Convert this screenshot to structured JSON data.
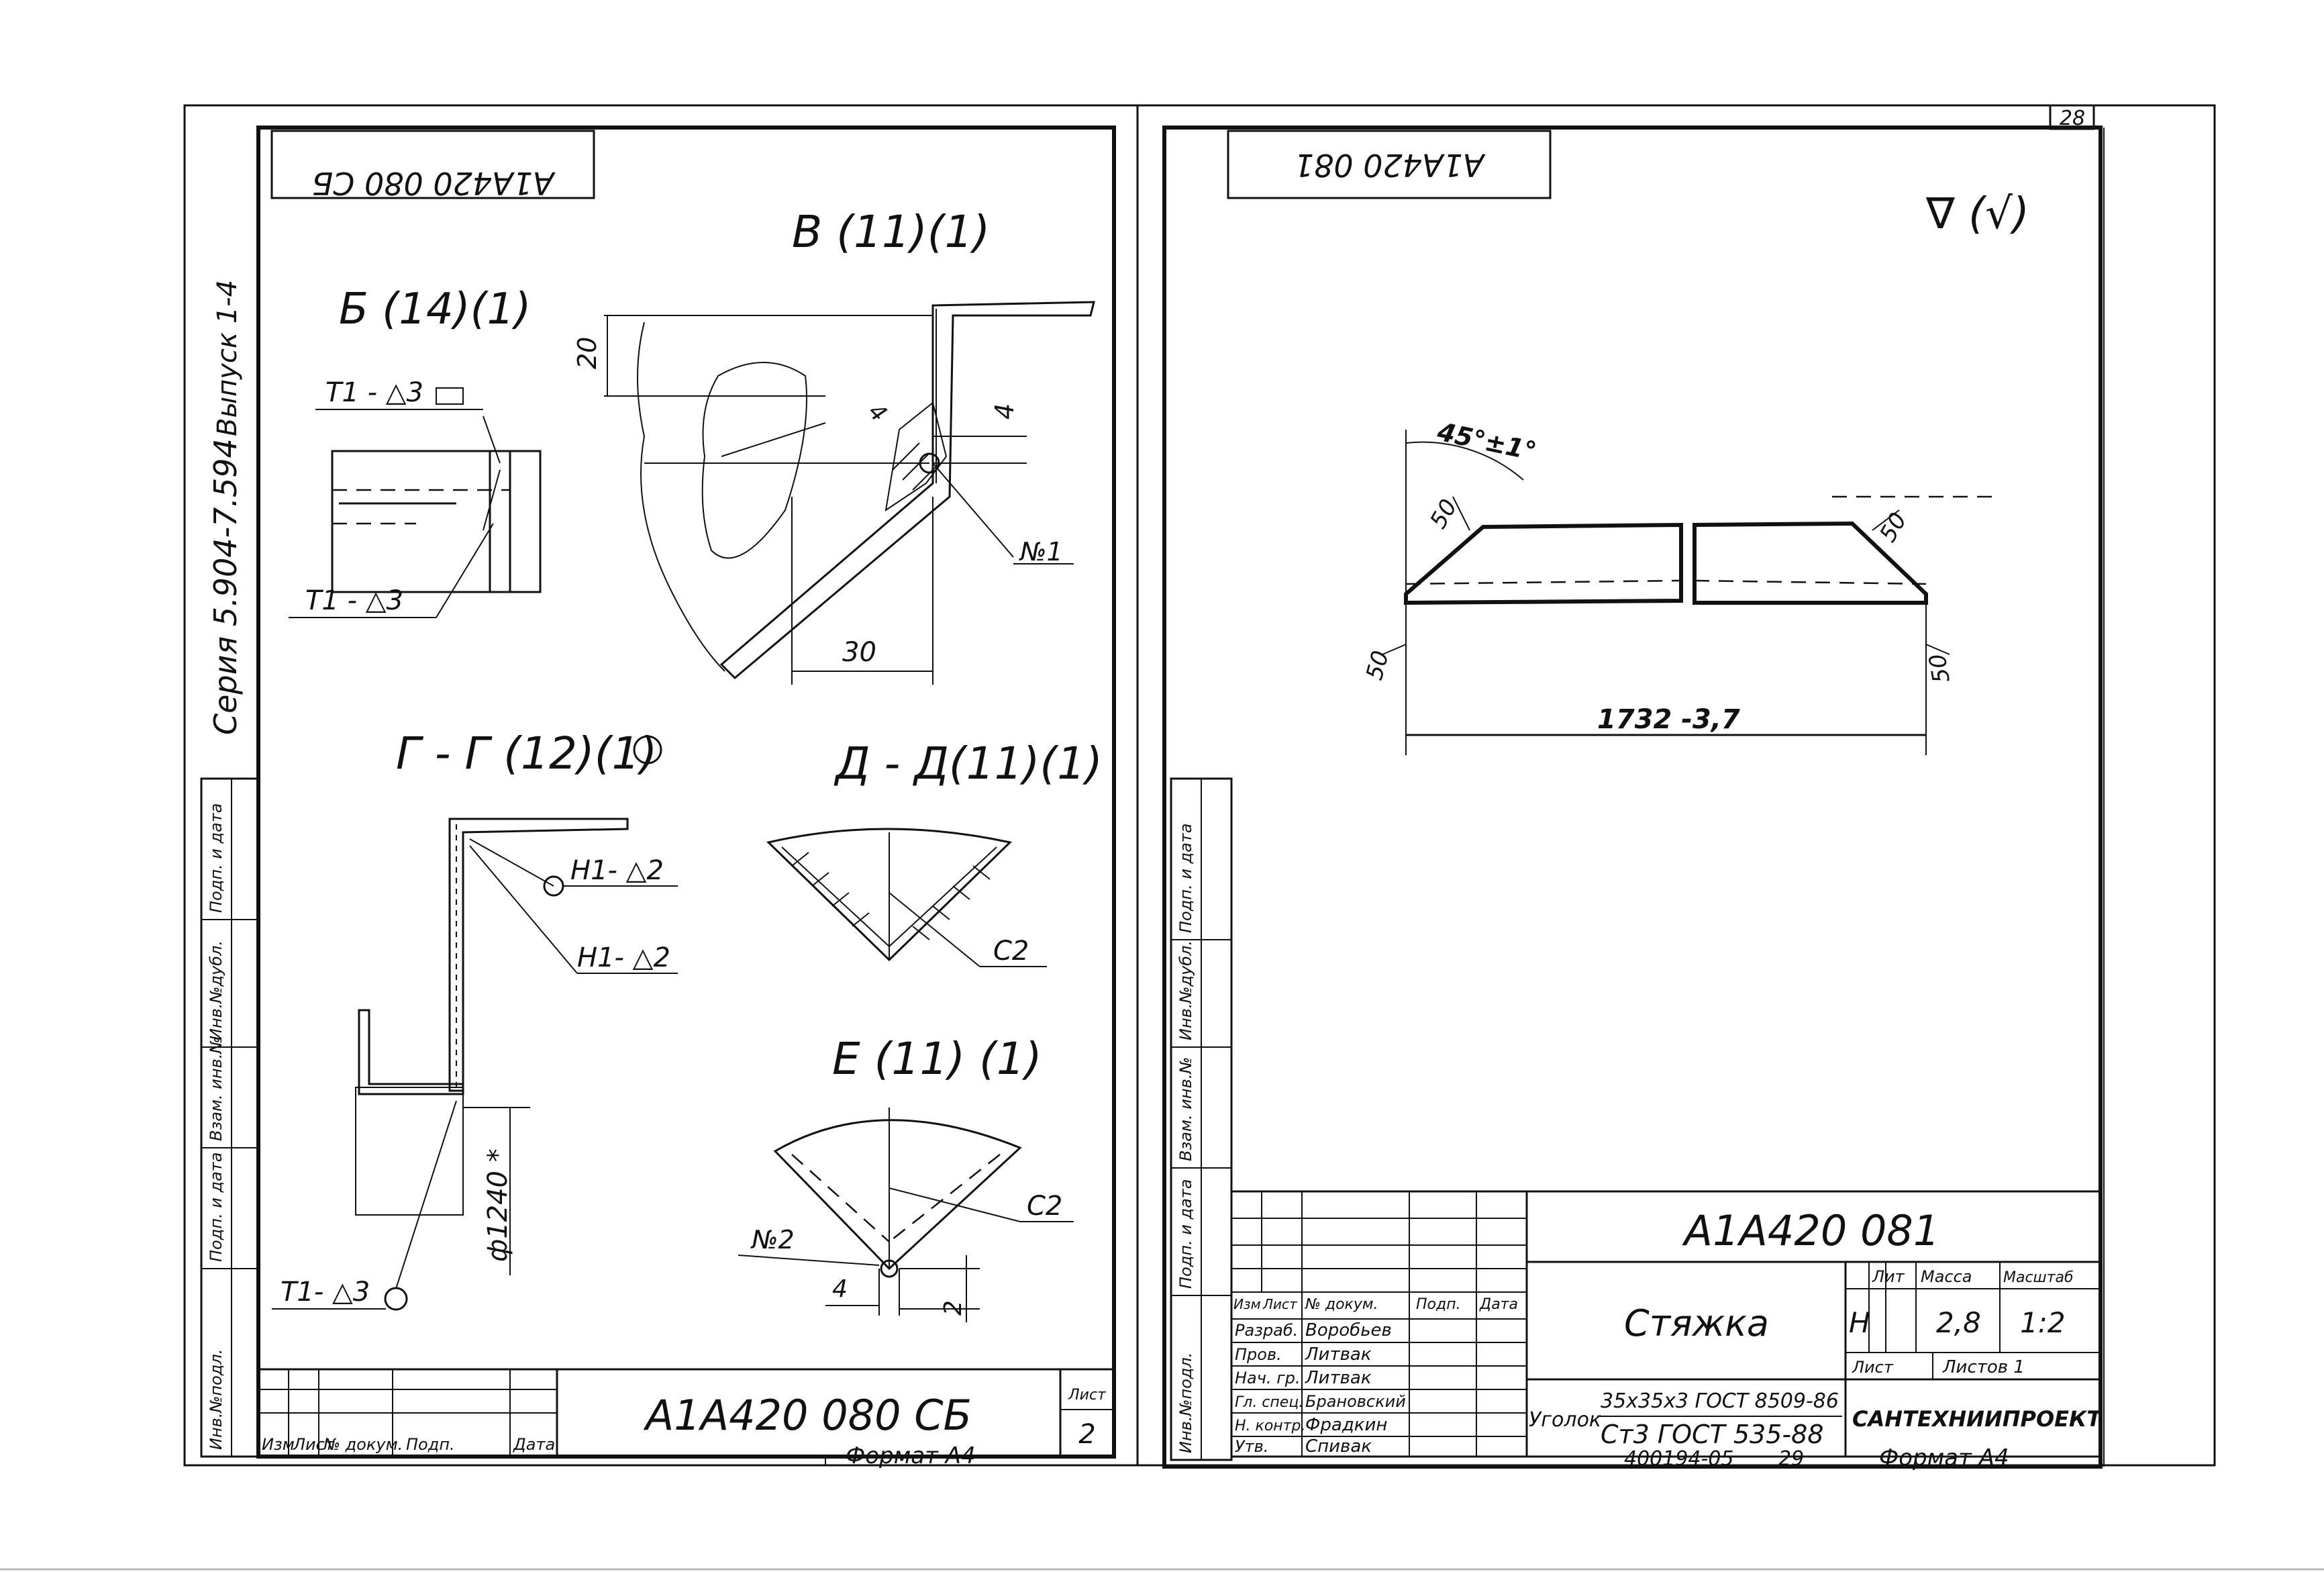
{
  "left_sheet": {
    "mirrored_code": "A1A420 080 СБ",
    "series_margin": "Серия 5.904-7.594",
    "issue_margin": "Выпуск 1-4",
    "view_b_title": "Б (14)(1)",
    "view_v_title": "В (11)(1)",
    "view_gg_title": "Г - Г (12)(1)",
    "view_dd_title": "Д - Д(11)(1)",
    "view_e_title": "Е (11) (1)",
    "weld_labels": {
      "t1_d3_box": "Т1 - △3",
      "t1_d3": "Т1 - △3",
      "t1_d3_bottom": "Т1- △3",
      "h1_d2_top": "Н1- △2",
      "h1_d2": "Н1- △2",
      "c2_dd": "С2",
      "c2_e": "С2",
      "n1": "№1",
      "n2": "№2"
    },
    "dims": {
      "d20": "20",
      "d4_angled": "4",
      "d4_right": "4",
      "d30": "30",
      "d_phi": "ф1240 *",
      "d4_e": "4",
      "d2_e": "2"
    },
    "left_stamp_cols": [
      "Инв.№подл.",
      "Подп. и дата",
      "Взам. инв.№",
      "Инв.№дубл.",
      "Подп. и дата"
    ],
    "title_block": {
      "headers": [
        "Изм",
        "Лист",
        "№ докум.",
        "Подп.",
        "Дата"
      ],
      "code": "A1A420 080 СБ",
      "sheet_label": "Лист",
      "sheet_no": "2",
      "format": "Формат А4"
    }
  },
  "right_sheet": {
    "corner_page": "28",
    "mirrored_code": "A1A420 081",
    "roughness": "∇ (√)",
    "part_dims": {
      "angle": "45°±1°",
      "c50_tl": "50",
      "c50_tr": "50",
      "c50_bl": "50",
      "c50_br": "50",
      "length": "1732 -3,7"
    },
    "left_stamp_cols": [
      "Инв.№подл.",
      "Подп. и дата",
      "Взам. инв.№",
      "Инв.№дубл.",
      "Подп. и дата"
    ],
    "title_block": {
      "code": "A1A420 081",
      "name": "Стяжка",
      "lit_h": "Лит",
      "mass_h": "Масса",
      "scale_h": "Масштаб",
      "lit": "Н",
      "mass": "2,8",
      "scale": "1:2",
      "sheet_label": "Лист",
      "sheets_label": "Листов 1",
      "header_row": [
        "Изм",
        "Лист",
        "№ докум.",
        "Подп.",
        "Дата"
      ],
      "roles": [
        {
          "role": "Разраб.",
          "name": "Воробьев"
        },
        {
          "role": "Пров.",
          "name": "Литвак"
        },
        {
          "role": "Нач. гр.",
          "name": "Литвак"
        },
        {
          "role": "Гл. спец.",
          "name": "Брановский"
        },
        {
          "role": "Н. контр.",
          "name": "Фрадкин"
        },
        {
          "role": "Утв.",
          "name": "Спивак"
        }
      ],
      "material_label": "Уголок",
      "material_line1": "35x35x3 ГОСТ 8509-86",
      "material_line2": "Ст3 ГОСТ 535-88",
      "org": "САНТЕХНИИПРОЕКТ",
      "footer_code": "400194-05",
      "footer_num": "29",
      "format": "Формат А4"
    }
  }
}
